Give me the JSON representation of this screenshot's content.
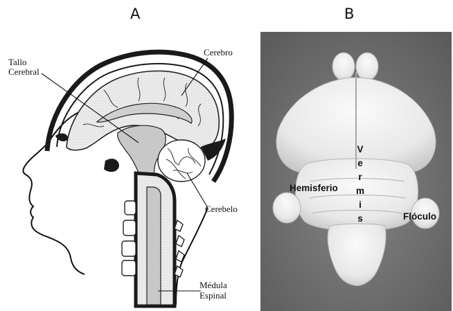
{
  "panels": {
    "a": {
      "label": "A",
      "labels": {
        "tallo_line1": "Tallo",
        "tallo_line2": "Cerebral",
        "cerebro": "Cerebro",
        "cerebelo": "Cerebelo",
        "medula_line1": "Médula",
        "medula_line2": "Espinal"
      }
    },
    "b": {
      "label": "B",
      "labels": {
        "hemisferio": "Hemisferio",
        "vermis_letters": [
          "V",
          "e",
          "r",
          "m",
          "i",
          "s"
        ],
        "floculo": "Flóculo"
      },
      "colors": {
        "background": "#6e6e6e",
        "tissue": "#ececec"
      }
    }
  }
}
